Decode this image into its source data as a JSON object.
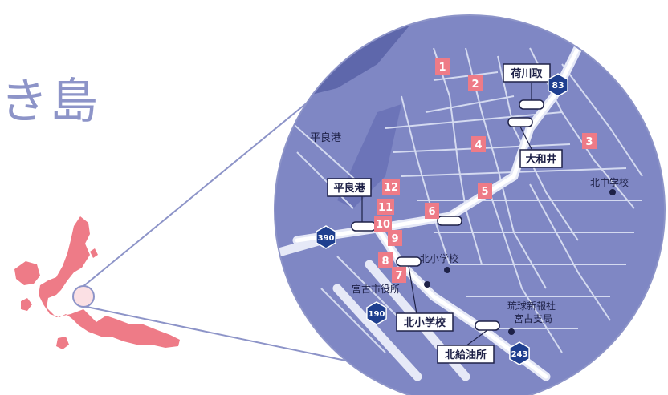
{
  "title": "き島",
  "colors": {
    "map_fill": "#7f87c4",
    "map_dark": "#5a62a6",
    "road": "#d9def2",
    "marker": "#ee7b87",
    "island": "#ee7b87",
    "route_badge": "#1f3f8f",
    "line": "#8d94c8"
  },
  "map": {
    "labels": {
      "hirara_port_plain": "平良港",
      "kita_chugakko": "北中学校",
      "kita_shogakko_plain": "北小学校",
      "city_hall": "宮古市役所",
      "ryukyu_shimpo": "琉球新報社",
      "miyako_branch": "宮古支局"
    },
    "boxed_labels": {
      "nikawadori": "荷川取",
      "owai": "大和井",
      "hirara_port": "平良港",
      "kita_shogakko": "北小学校",
      "kita_kyuyujo": "北給油所"
    },
    "markers": [
      "1",
      "2",
      "3",
      "4",
      "5",
      "6",
      "7",
      "8",
      "9",
      "10",
      "11",
      "12"
    ],
    "routes": [
      "83",
      "390",
      "190",
      "243"
    ]
  }
}
